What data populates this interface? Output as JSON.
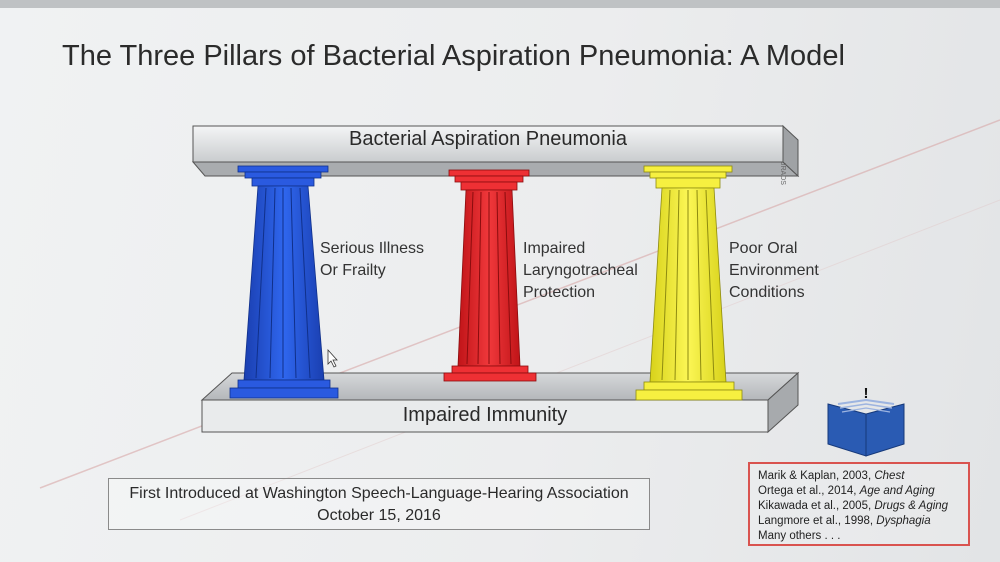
{
  "slide": {
    "title": "The Three Pillars of Bacterial Aspiration Pneumonia: A Model"
  },
  "diagram": {
    "top_beam_label": "Bacterial Aspiration Pneumonia",
    "base_label": "Impaired Immunity",
    "beam_mark": "JRADS",
    "pillars": [
      {
        "label": "Serious Illness\nOr Frailty",
        "color": "#1f4fd8"
      },
      {
        "label": "Impaired\nLaryngotracheal\nProtection",
        "color": "#e8262a"
      },
      {
        "label": "Poor Oral\nEnvironment\nConditions",
        "color": "#f3ee2e"
      }
    ],
    "book_icon_mark": "!"
  },
  "credit": {
    "line1": "First Introduced at Washington Speech-Language-Hearing Association",
    "line2": "October 15, 2016"
  },
  "references": [
    {
      "authors": "Marik & Kaplan, 2003, ",
      "journal": "Chest"
    },
    {
      "authors": "Ortega et al., 2014, ",
      "journal": "Age and Aging"
    },
    {
      "authors": "Kikawada et al., 2005, ",
      "journal": "Drugs & Aging"
    },
    {
      "authors": "Langmore et al., 1998, ",
      "journal": "Dysphagia"
    },
    {
      "authors": "Many others . . .",
      "journal": ""
    }
  ],
  "colors": {
    "accent_border": "#d9534f",
    "book_blue": "#2a5bb3"
  }
}
